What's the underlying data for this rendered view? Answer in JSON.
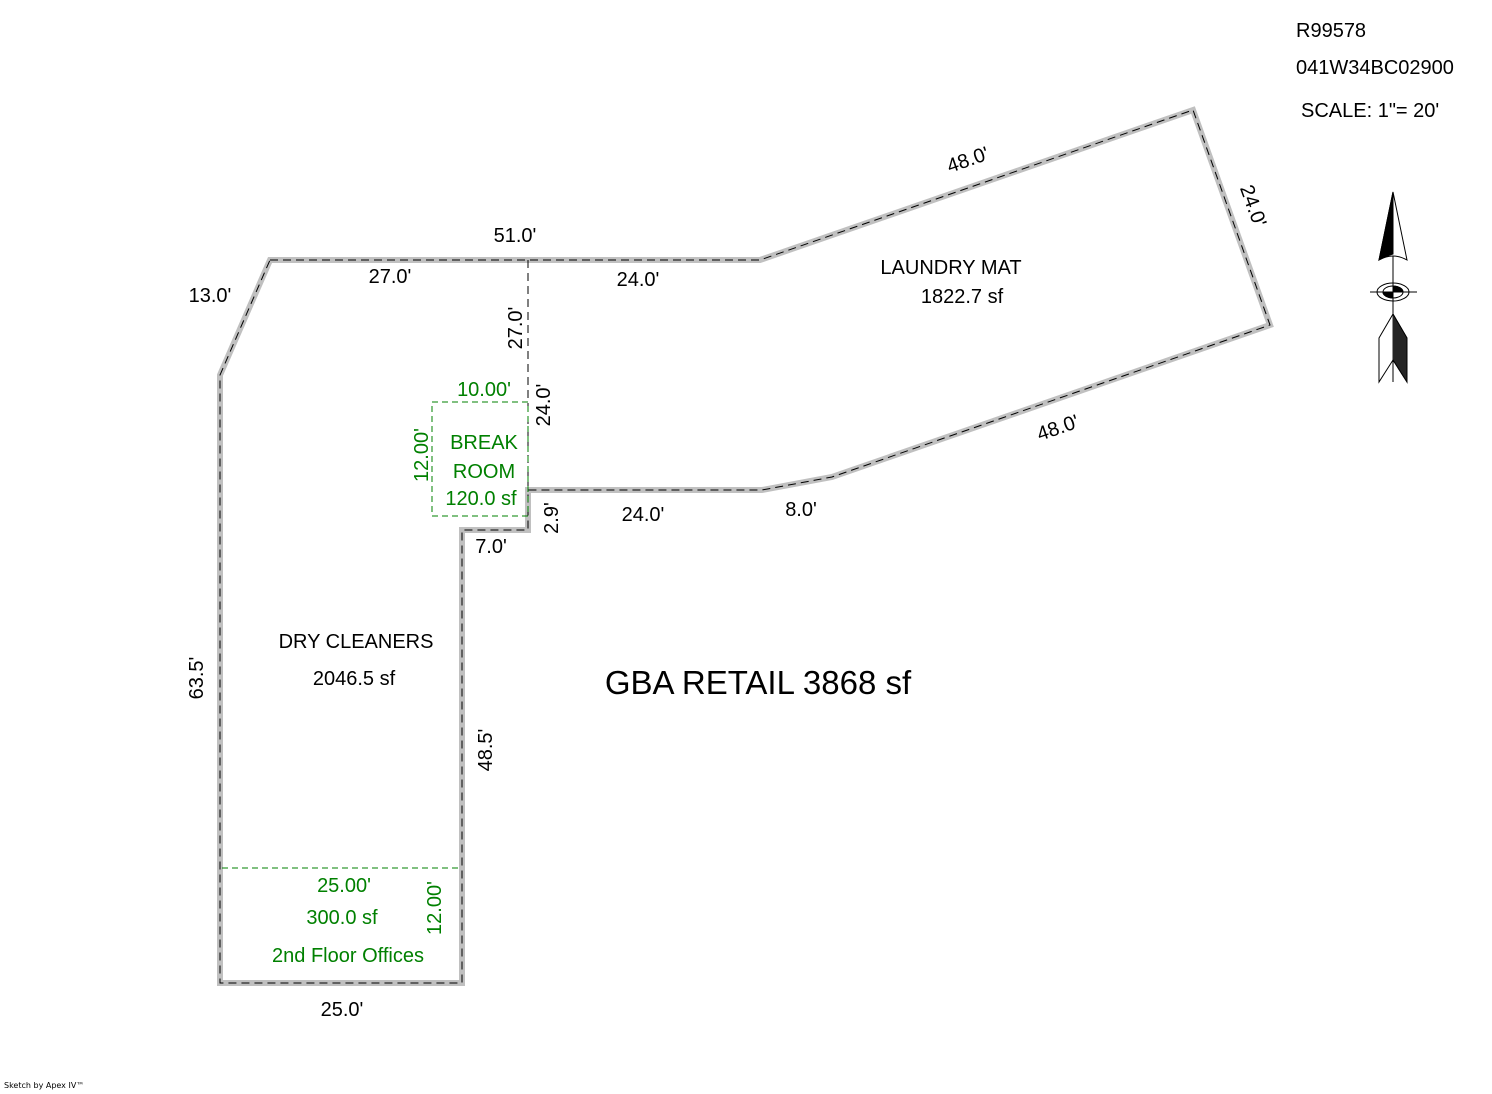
{
  "header": {
    "parcel_id": "R99578",
    "map_tax_lot": "041W34BC02900",
    "scale": "SCALE: 1\"= 20'"
  },
  "colors": {
    "outline": "#c0c0c0",
    "dash": "#000000",
    "subarea": "#008000",
    "text": "#000000"
  },
  "areas": {
    "laundry_mat": {
      "name": "LAUNDRY MAT",
      "area": "1822.7 sf"
    },
    "dry_cleaners": {
      "name": "DRY CLEANERS",
      "area": "2046.5 sf"
    },
    "break_room": {
      "name_line1": "BREAK",
      "name_line2": "ROOM",
      "area": "120.0 sf",
      "width": "10.00'",
      "depth": "12.00'"
    },
    "offices": {
      "name": "2nd Floor Offices",
      "area": "300.0 sf",
      "width": "25.00'",
      "depth": "12.00'"
    },
    "total": "GBA RETAIL 3868 sf"
  },
  "dimensions": {
    "top_total": "51.0'",
    "top_left": "27.0'",
    "top_right": "24.0'",
    "diag_left": "13.0'",
    "interior_vertical_top": "27.0'",
    "interior_vertical_lower": "24.0'",
    "upper_slant": "48.0'",
    "right_end": "24.0'",
    "lower_slant": "48.0'",
    "lower_short": "8.0'",
    "lower_straight": "24.0'",
    "step_vertical": "2.9'",
    "step_horizontal": "7.0'",
    "left_side": "63.5'",
    "inner_right": "48.5'",
    "bottom": "25.0'"
  },
  "north_arrow": {
    "icon": "north-arrow-icon"
  },
  "footer": {
    "credit": "Sketch by Apex IV™"
  }
}
